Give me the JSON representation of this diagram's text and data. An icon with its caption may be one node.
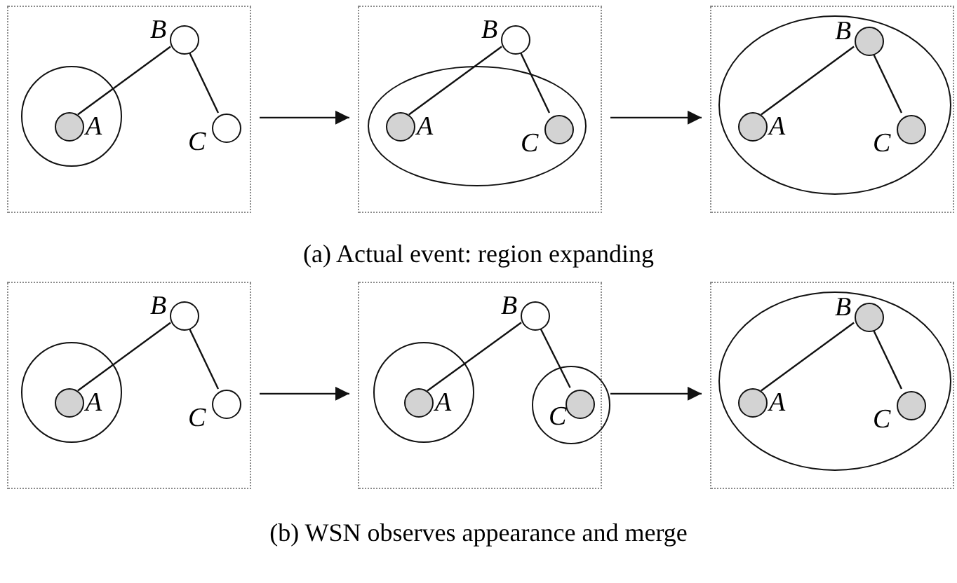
{
  "diagram": {
    "nodes": [
      {
        "text": [],
        "shape": "box"
      },
      {
        "text": [],
        "shape": "circle",
        "in": 0
      },
      {
        "text": [
          "A"
        ],
        "in": 1
      },
      {
        "text": [
          "B"
        ],
        "in": 0
      },
      {
        "text": [
          "C"
        ],
        "in": 0
      },
      {
        "text": [],
        "shape": "box"
      },
      {
        "text": [],
        "shape": "ellipse",
        "in": 5
      },
      {
        "text": [
          "A"
        ],
        "in": 6
      },
      {
        "text": [
          "B"
        ],
        "in": 5
      },
      {
        "text": [
          "C"
        ],
        "in": 6
      },
      {
        "text": [],
        "shape": "box"
      },
      {
        "text": [],
        "shape": "ellipse",
        "in": 10
      },
      {
        "text": [
          "A"
        ],
        "in": 11
      },
      {
        "text": [
          "B"
        ],
        "in": 11
      },
      {
        "text": [
          "C"
        ],
        "in": 11
      },
      {
        "text": [],
        "shape": "box"
      },
      {
        "text": [],
        "shape": "circle",
        "in": 15
      },
      {
        "text": [
          "A"
        ],
        "in": 16
      },
      {
        "text": [
          "B"
        ],
        "in": 15
      },
      {
        "text": [
          "C"
        ],
        "in": 15
      },
      {
        "text": [],
        "shape": "box"
      },
      {
        "text": [],
        "shape": "circle",
        "in": 20
      },
      {
        "text": [
          "A"
        ],
        "in": 21
      },
      {
        "text": [
          "B"
        ],
        "in": 20
      },
      {
        "text": [],
        "shape": "circle",
        "in": 20
      },
      {
        "text": [
          "C"
        ],
        "in": 24
      },
      {
        "text": [],
        "shape": "box"
      },
      {
        "text": [],
        "shape": "ellipse",
        "in": 26
      },
      {
        "text": [
          "A"
        ],
        "in": 27
      },
      {
        "text": [
          "B"
        ],
        "in": 27
      },
      {
        "text": [
          "C"
        ],
        "in": 27
      }
    ],
    "edges": [
      {
        "from": 2,
        "to": 3,
        "arrow": "none"
      },
      {
        "from": 3,
        "to": 4,
        "arrow": "none"
      },
      {
        "from": 0,
        "to": 5,
        "arrow": "to"
      },
      {
        "from": 7,
        "to": 8,
        "arrow": "none"
      },
      {
        "from": 8,
        "to": 9,
        "arrow": "none"
      },
      {
        "from": 5,
        "to": 10,
        "arrow": "to"
      },
      {
        "from": 12,
        "to": 13,
        "arrow": "none"
      },
      {
        "from": 13,
        "to": 14,
        "arrow": "none"
      },
      {
        "from": 17,
        "to": 18,
        "arrow": "none"
      },
      {
        "from": 18,
        "to": 19,
        "arrow": "none"
      },
      {
        "from": 15,
        "to": 20,
        "arrow": "to"
      },
      {
        "from": 22,
        "to": 23,
        "arrow": "none"
      },
      {
        "from": 23,
        "to": 25,
        "arrow": "none"
      },
      {
        "from": 20,
        "to": 26,
        "arrow": "to"
      },
      {
        "from": 28,
        "to": 29,
        "arrow": "none"
      },
      {
        "from": 29,
        "to": 30,
        "arrow": "none"
      }
    ],
    "labels": [
      "(a) Actual event: region expanding",
      "(b) WSN observes appearance and merge"
    ]
  }
}
